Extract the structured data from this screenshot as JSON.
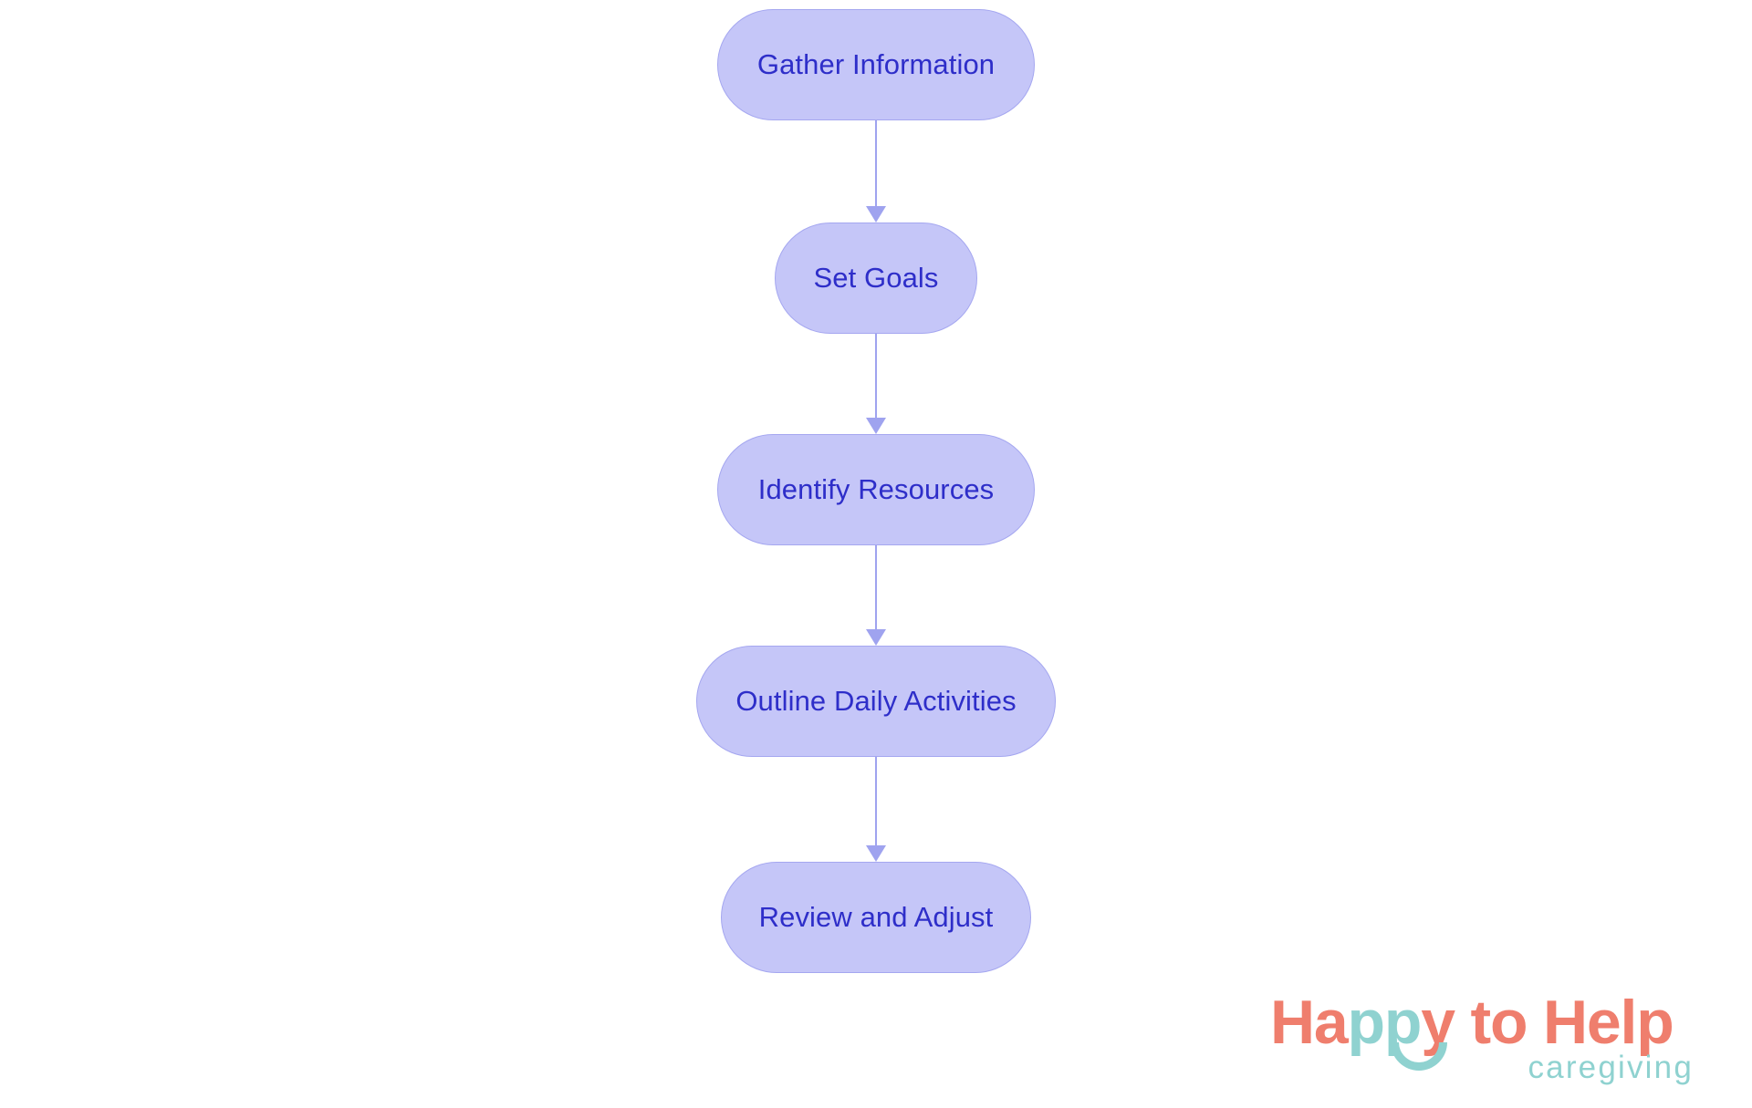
{
  "chart_data": {
    "type": "diagram",
    "diagram_type": "flowchart",
    "title": "",
    "orientation": "vertical top-to-bottom",
    "node_shape": "stadium (rounded rectangle)",
    "nodes": [
      {
        "id": "n1",
        "label": "Gather Information",
        "order": 1
      },
      {
        "id": "n2",
        "label": "Set Goals",
        "order": 2
      },
      {
        "id": "n3",
        "label": "Identify Resources",
        "order": 3
      },
      {
        "id": "n4",
        "label": "Outline Daily Activities",
        "order": 4
      },
      {
        "id": "n5",
        "label": "Review and Adjust",
        "order": 5
      }
    ],
    "edges": [
      {
        "from": "n1",
        "to": "n2",
        "label": "",
        "arrow": "down"
      },
      {
        "from": "n2",
        "to": "n3",
        "label": "",
        "arrow": "down"
      },
      {
        "from": "n3",
        "to": "n4",
        "label": "",
        "arrow": "down"
      },
      {
        "from": "n4",
        "to": "n5",
        "label": "",
        "arrow": "down"
      }
    ],
    "colors": {
      "node_fill": "#c5c6f8",
      "node_border": "#a5a7f0",
      "node_text": "#2e2ec9",
      "edge": "#9fa3ef",
      "background": "#ffffff"
    }
  },
  "flow": {
    "nodes": [
      {
        "label": "Gather Information"
      },
      {
        "label": "Set Goals"
      },
      {
        "label": "Identify Resources"
      },
      {
        "label": "Outline Daily Activities"
      },
      {
        "label": "Review and Adjust"
      }
    ]
  },
  "logo": {
    "word_before": "Ha",
    "word_teal": "pp",
    "word_after": "y to Help",
    "tagline": "caregiving",
    "brand_color": "#ef7e6d",
    "accent_color": "#8fd2d0"
  }
}
